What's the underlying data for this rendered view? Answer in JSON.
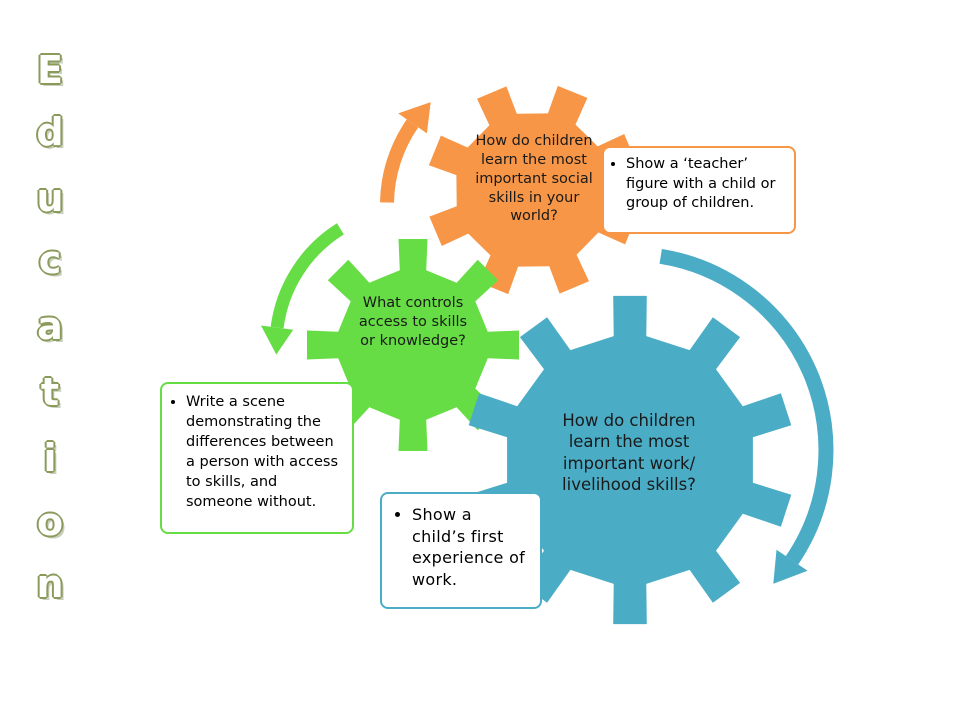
{
  "title_letters": [
    "E",
    "d",
    "u",
    "c",
    "a",
    "t",
    "i",
    "o",
    "n"
  ],
  "colors": {
    "orange": "#f79646",
    "green": "#66dd44",
    "blue": "#4bacc6",
    "title_outline": "#8a9a5b"
  },
  "gears": {
    "orange": {
      "text": "How do children learn the most important social skills in your world?"
    },
    "green": {
      "text": "What controls access to skills or knowledge?"
    },
    "blue": {
      "text": "How do children learn the most important work/ livelihood skills?"
    }
  },
  "boxes": {
    "orange": {
      "bullet": "Show a ‘teacher’ figure with a child or group of children."
    },
    "green": {
      "bullet": "Write a scene demonstrating the differences between a person with access to skills, and someone without."
    },
    "blue": {
      "bullet": "Show a child’s first experience of work."
    }
  }
}
